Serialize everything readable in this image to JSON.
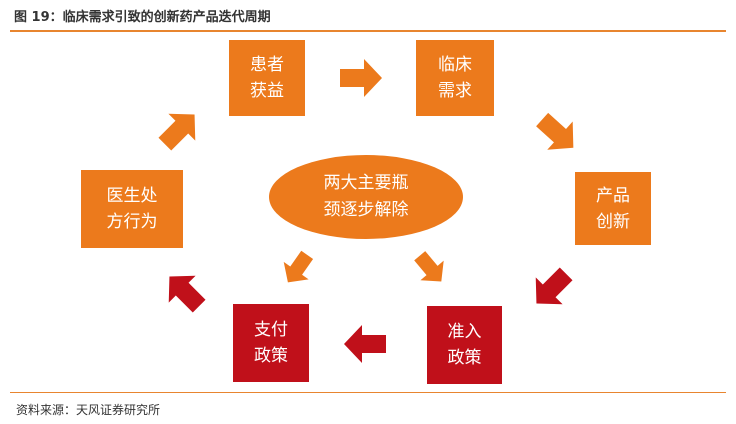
{
  "header": {
    "title": "图 19：临床需求引致的创新药产品迭代周期"
  },
  "footer": {
    "source": "资料来源：天风证券研究所"
  },
  "diagram": {
    "nodes": {
      "patient_benefit": {
        "line1": "患者",
        "line2": "获益"
      },
      "clinical_need": {
        "line1": "临床",
        "line2": "需求"
      },
      "product_innovation": {
        "line1": "产品",
        "line2": "创新"
      },
      "access_policy": {
        "line1": "准入",
        "line2": "政策"
      },
      "payment_policy": {
        "line1": "支付",
        "line2": "政策"
      },
      "prescribing_behavior": {
        "line1": "医生处",
        "line2": "方行为"
      }
    },
    "center": {
      "line1": "两大主要瓶",
      "line2": "颈逐步解除"
    }
  },
  "colors": {
    "orange": "#ec7a1c",
    "red": "#c0101a",
    "rule": "#e8852f"
  }
}
